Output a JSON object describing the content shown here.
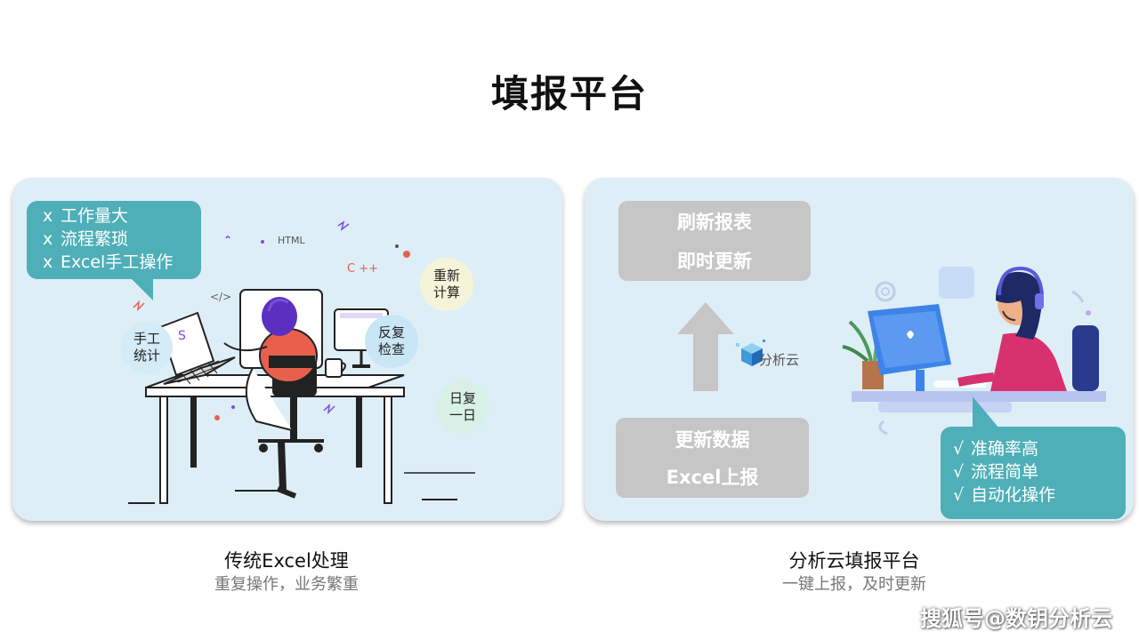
{
  "page": {
    "title": "填报平台"
  },
  "left_panel": {
    "problems": [
      {
        "mark": "x",
        "text": "工作量大"
      },
      {
        "mark": "x",
        "text": "流程繁琐"
      },
      {
        "mark": "x",
        "text": "Excel手工操作"
      }
    ],
    "bubble_labels": {
      "manual": [
        "手工",
        "统计"
      ],
      "recalc": [
        "重新",
        "计算"
      ],
      "recheck": [
        "反复",
        "检查"
      ],
      "daily": [
        "日复",
        "一日"
      ]
    },
    "scene_text": {
      "html": "HTML",
      "cpp": "C ++",
      "code": "</>",
      "s_glyph": "S"
    },
    "caption": {
      "main": "传统Excel处理",
      "sub": "重复操作，业务繁重"
    }
  },
  "right_panel": {
    "top_box": [
      "刷新报表",
      "即时更新"
    ],
    "bottom_box": [
      "更新数据",
      "Excel上报"
    ],
    "logo_text": "分析云",
    "benefits": [
      {
        "mark": "√",
        "text": "准确率高"
      },
      {
        "mark": "√",
        "text": "流程简单"
      },
      {
        "mark": "√",
        "text": "自动化操作"
      }
    ],
    "caption": {
      "main": "分析云填报平台",
      "sub": "一键上报，及时更新"
    }
  },
  "watermark": "搜狐号@数钥分析云",
  "colors": {
    "panel_bg": "#ddeef7",
    "accent_teal": "#4eafb8",
    "gray_box": "#c6c6c6",
    "person_shirt_left": "#e8604c",
    "person_hair": "#5b2fc0",
    "monitor_blue": "#3e84e8",
    "person_shirt_right": "#d8326e"
  }
}
